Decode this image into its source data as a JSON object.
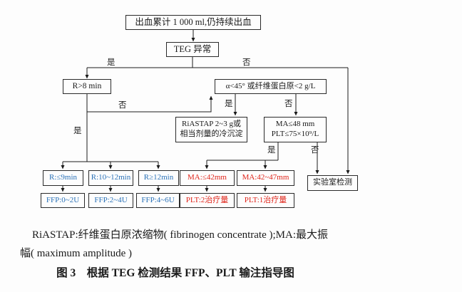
{
  "figure": {
    "legend_line1": "RiASTAP:纤维蛋白原浓缩物( fibrinogen concentrate );MA:最大振",
    "legend_line2": "幅( maximum amplitude )",
    "caption": "图 3　根据 TEG 检测结果 FFP、PLT 输注指导图"
  },
  "labels": {
    "yes": "是",
    "no": "否"
  },
  "colors": {
    "line": "#1a1a1a",
    "blue": "#2b72b8",
    "red": "#e0261c"
  },
  "nodes": {
    "bleeding": "出血累计 1 000 ml,仍持续出血",
    "teg": "TEG 异常",
    "r_gt8": "R>8 min",
    "alpha": "α<45° 或纤维蛋白原<2 g/L",
    "riastap_l1": "RiASTAP 2~3 g或",
    "riastap_l2": "相当剂量的冷沉淀",
    "ma48_l1": "MA≤48 mm",
    "ma48_l2": "PLT≤75×10⁹/L",
    "r_le9": "R:≤9min",
    "r_10_12": "R:10~12min",
    "r_ge12": "R≥12min",
    "ffp_0_2": "FFP:0~2U",
    "ffp_2_4": "FFP:2~4U",
    "ffp_4_6": "FFP:4~6U",
    "ma_le42": "MA:≤42mm",
    "ma_42_47": "MA:42~47mm",
    "plt_2": "PLT:2治疗量",
    "plt_1": "PLT:1治疗量",
    "lab": "实验室检测"
  }
}
